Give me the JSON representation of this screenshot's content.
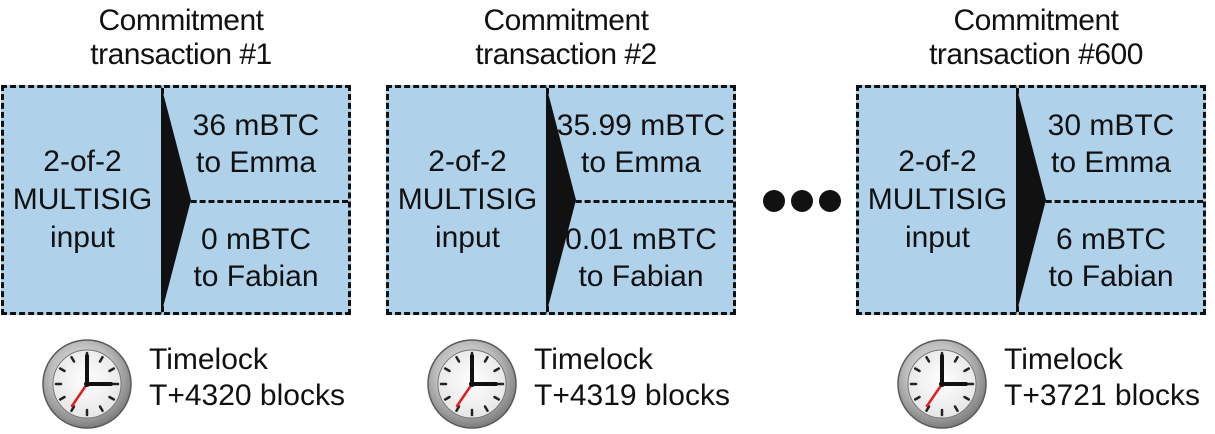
{
  "transactions": [
    {
      "title_line1": "Commitment",
      "title_line2": "transaction #1",
      "input_line1": "2-of-2",
      "input_line2": "MULTISIG",
      "input_line3": "input",
      "output_top_line1": "36 mBTC",
      "output_top_line2": "to Emma",
      "output_bottom_line1": "0 mBTC",
      "output_bottom_line2": "to Fabian",
      "timelock_line1": "Timelock",
      "timelock_line2": "T+4320 blocks"
    },
    {
      "title_line1": "Commitment",
      "title_line2": "transaction #2",
      "input_line1": "2-of-2",
      "input_line2": "MULTISIG",
      "input_line3": "input",
      "output_top_line1": "35.99 mBTC",
      "output_top_line2": "to Emma",
      "output_bottom_line1": "0.01 mBTC",
      "output_bottom_line2": "to Fabian",
      "timelock_line1": "Timelock",
      "timelock_line2": "T+4319 blocks"
    },
    {
      "title_line1": "Commitment",
      "title_line2": "transaction #600",
      "input_line1": "2-of-2",
      "input_line2": "MULTISIG",
      "input_line3": "input",
      "output_top_line1": "30 mBTC",
      "output_top_line2": "to Emma",
      "output_bottom_line1": "6 mBTC",
      "output_bottom_line2": "to Fabian",
      "timelock_line1": "Timelock",
      "timelock_line2": "T+3721 blocks"
    }
  ],
  "icons": {
    "clock": "clock-icon",
    "arrow": "arrow-wedge-icon",
    "ellipsis": "ellipsis-icon"
  },
  "colors": {
    "box_fill": "#b0d1ea",
    "border": "#111111",
    "clock_hand_second": "#e0201e"
  }
}
